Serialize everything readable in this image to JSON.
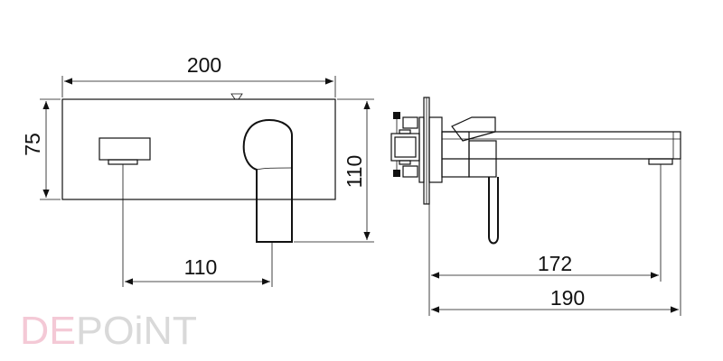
{
  "dimensions": {
    "width_top": "200",
    "height_left": "75",
    "height_right": "110",
    "bottom_left": "110",
    "spout_reach": "172",
    "overall_depth": "190"
  },
  "logo": {
    "part1": "DE",
    "part2": "POiNT",
    "accent_color": "#f4c9d6",
    "base_color": "#d9d9d9"
  },
  "colors": {
    "line": "#111111",
    "background": "#ffffff"
  }
}
